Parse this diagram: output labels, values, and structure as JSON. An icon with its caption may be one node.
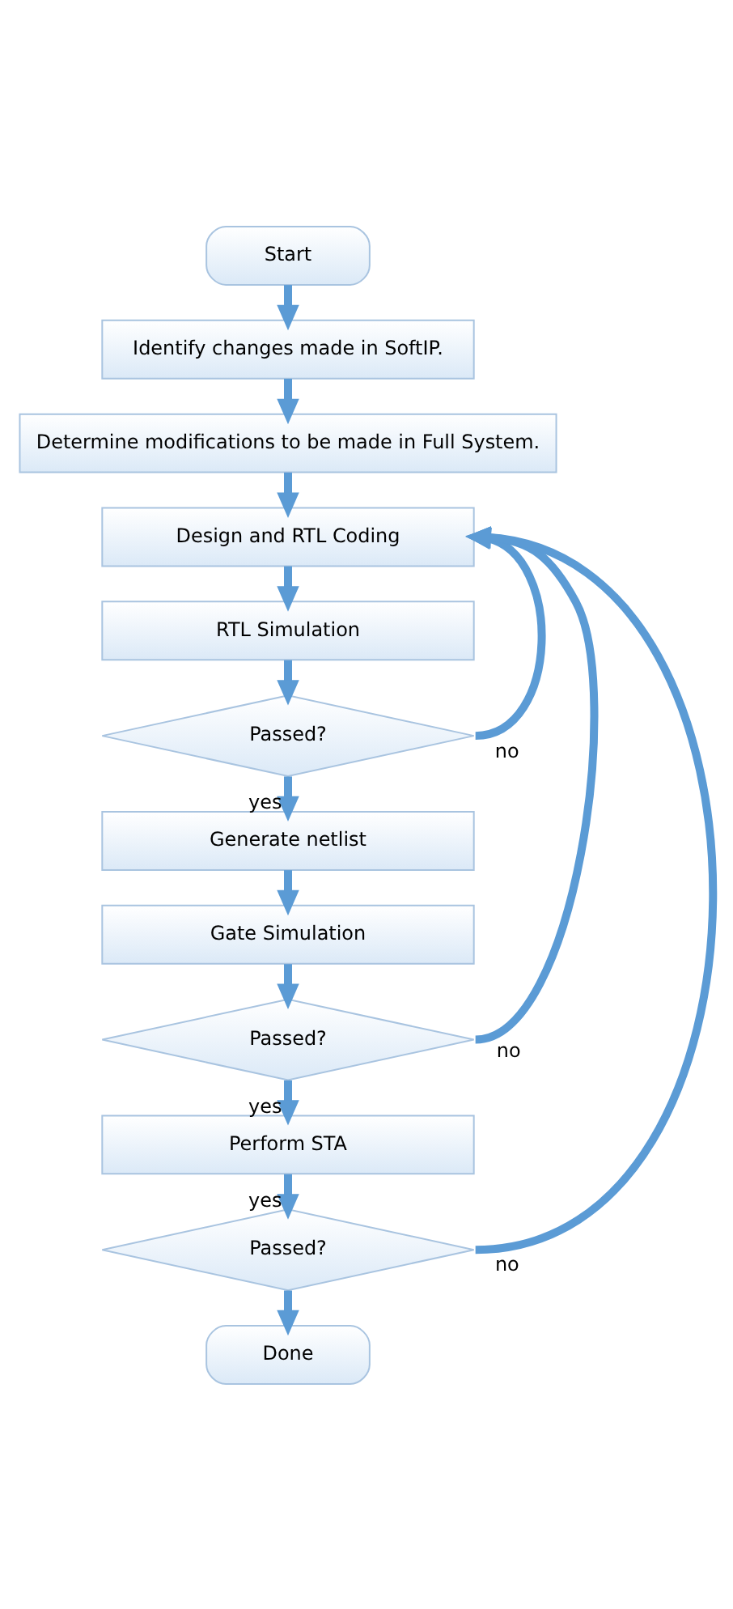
{
  "diagram": {
    "nodes": [
      {
        "text": [
          "Start"
        ]
      },
      {
        "text": [
          "Identify changes made in SoftIP."
        ]
      },
      {
        "text": [
          "Determine modifications to be made in Full System."
        ]
      },
      {
        "text": [
          "Design and RTL Coding"
        ]
      },
      {
        "text": [
          "RTL Simulation"
        ]
      },
      {
        "text": [
          "Passed?"
        ]
      },
      {
        "text": [
          "Generate netlist"
        ]
      },
      {
        "text": [
          "Gate Simulation"
        ]
      },
      {
        "text": [
          "Passed?"
        ]
      },
      {
        "text": [
          "Perform STA"
        ]
      },
      {
        "text": [
          "Passed?"
        ]
      },
      {
        "text": [
          "Done"
        ]
      }
    ],
    "edges": [
      {
        "from": 0,
        "to": 1,
        "arrow": "to"
      },
      {
        "from": 1,
        "to": 2,
        "arrow": "to"
      },
      {
        "from": 2,
        "to": 3,
        "arrow": "to"
      },
      {
        "from": 3,
        "to": 4,
        "arrow": "to"
      },
      {
        "from": 4,
        "to": 5,
        "arrow": "to"
      },
      {
        "from": 5,
        "to": 6,
        "arrow": "to",
        "label": "yes"
      },
      {
        "from": 5,
        "to": 3,
        "arrow": "to",
        "label": "no"
      },
      {
        "from": 6,
        "to": 7,
        "arrow": "to"
      },
      {
        "from": 7,
        "to": 8,
        "arrow": "to"
      },
      {
        "from": 8,
        "to": 9,
        "arrow": "to",
        "label": "yes"
      },
      {
        "from": 8,
        "to": 3,
        "arrow": "to",
        "label": "no"
      },
      {
        "from": 9,
        "to": 10,
        "arrow": "to",
        "label": "yes"
      },
      {
        "from": 10,
        "to": 11,
        "arrow": "to"
      },
      {
        "from": 10,
        "to": 3,
        "arrow": "to",
        "label": "no"
      }
    ]
  }
}
